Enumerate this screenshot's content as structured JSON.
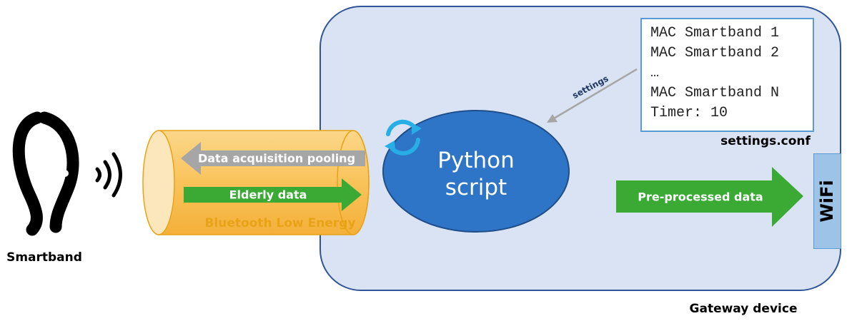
{
  "smartband": {
    "label": "Smartband",
    "icon": "smartband-icon",
    "signal_icon": "wireless-signal-icon"
  },
  "ble_channel": {
    "label": "Bluetooth Low Energy",
    "color": "#f9c35a",
    "arrow_request": {
      "label": "Data acquisition pooling",
      "color": "#a6a6a6"
    },
    "arrow_response": {
      "label": "Elderly data",
      "color": "#3aaa35"
    }
  },
  "gateway": {
    "label": "Gateway device",
    "fill": "#dae3f3",
    "border": "#2e5597",
    "python_script": {
      "line1": "Python",
      "line2": "script",
      "fill": "#2e75c8",
      "icon": "refresh-cycle-icon"
    },
    "settings_file": {
      "name": "settings.conf",
      "lines": [
        "MAC Smartband 1",
        "MAC Smartband 2",
        "…",
        "MAC Smartband N",
        "Timer: 10"
      ]
    },
    "settings_arrow": {
      "label": "settings"
    },
    "output_arrow": {
      "label": "Pre-processed data",
      "color": "#3aaa35"
    },
    "wifi": {
      "label": "WiFi",
      "fill": "#9dc3e6"
    }
  }
}
